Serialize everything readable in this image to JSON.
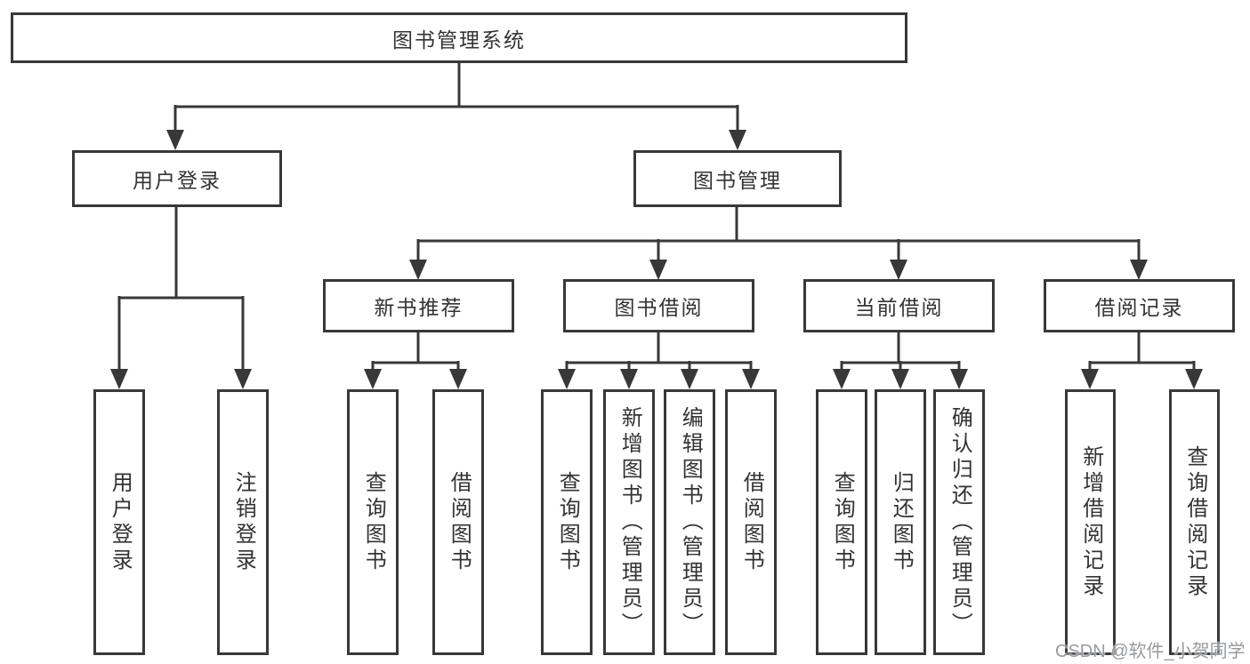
{
  "diagram": {
    "root": {
      "label": "图书管理系统",
      "children": [
        {
          "label": "用户登录",
          "children": [
            {
              "label": "用户登录"
            },
            {
              "label": "注销登录"
            }
          ]
        },
        {
          "label": "图书管理",
          "children": [
            {
              "label": "新书推荐",
              "children": [
                {
                  "label": "查询图书"
                },
                {
                  "label": "借阅图书"
                }
              ]
            },
            {
              "label": "图书借阅",
              "children": [
                {
                  "label": "查询图书"
                },
                {
                  "label": "新增图书（管理员）"
                },
                {
                  "label": "编辑图书（管理员）"
                },
                {
                  "label": "借阅图书"
                }
              ]
            },
            {
              "label": "当前借阅",
              "children": [
                {
                  "label": "查询图书"
                },
                {
                  "label": "归还图书"
                },
                {
                  "label": "确认归还（管理员）"
                }
              ]
            },
            {
              "label": "借阅记录",
              "children": [
                {
                  "label": "新增借阅记录"
                },
                {
                  "label": "查询借阅记录"
                }
              ]
            }
          ]
        }
      ]
    }
  },
  "watermark": {
    "text": "CSDN @软件_小贺同学"
  },
  "colors": {
    "line": "#383838",
    "text": "#333333",
    "background": "#ffffff",
    "watermark": "#8c8f94"
  }
}
